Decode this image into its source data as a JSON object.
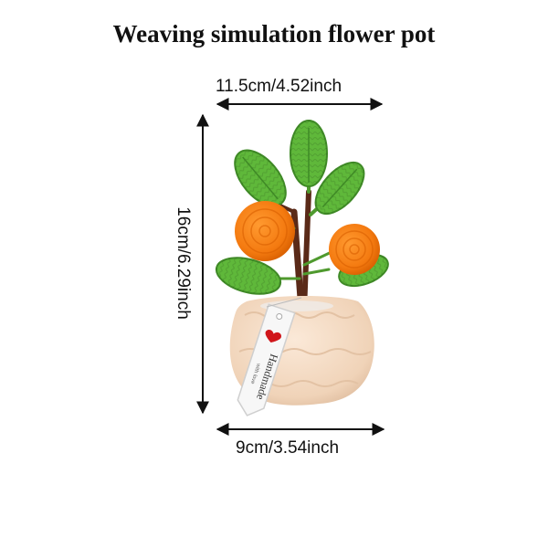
{
  "title": "Weaving simulation flower pot",
  "dimensions": {
    "width_top": "11.5cm/4.52inch",
    "height_side": "16cm/6.29inch",
    "width_bottom": "9cm/3.54inch"
  },
  "tag": {
    "text": "Handmade",
    "subtext": "with love"
  },
  "colors": {
    "leaf": "#5fb83a",
    "leaf_dark": "#3f8a26",
    "orange": "#f47a10",
    "orange_dark": "#d85f00",
    "stem": "#5a2a18",
    "pot": "#f2d9c2",
    "tag_heart": "#d0161b"
  }
}
